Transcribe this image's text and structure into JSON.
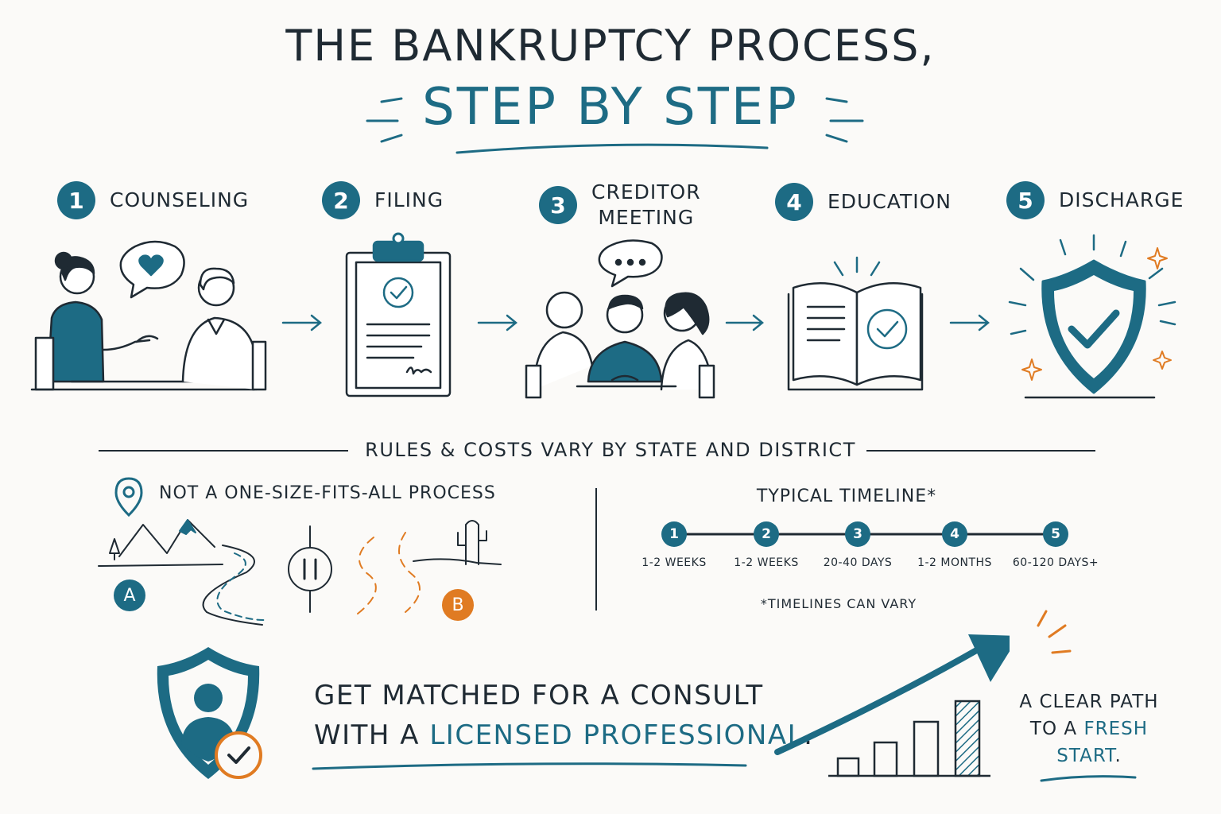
{
  "title": {
    "line1": "THE BANKRUPTCY PROCESS,",
    "line2": "STEP BY STEP"
  },
  "steps": [
    {
      "number": "1",
      "label": "COUNSELING"
    },
    {
      "number": "2",
      "label": "FILING"
    },
    {
      "number": "3",
      "label_line1": "CREDITOR",
      "label_line2": "MEETING"
    },
    {
      "number": "4",
      "label": "EDUCATION"
    },
    {
      "number": "5",
      "label": "DISCHARGE"
    }
  ],
  "rules_note": "RULES & COSTS VARY BY STATE AND DISTRICT",
  "variation": {
    "caption": "NOT A ONE-SIZE-FITS-ALL PROCESS",
    "badge_a": "A",
    "badge_b": "B"
  },
  "timeline": {
    "title": "TYPICAL TIMELINE*",
    "points": [
      {
        "number": "1",
        "duration": "1-2 WEEKS"
      },
      {
        "number": "2",
        "duration": "1-2 WEEKS"
      },
      {
        "number": "3",
        "duration": "20-40 DAYS"
      },
      {
        "number": "4",
        "duration": "1-2 MONTHS"
      },
      {
        "number": "5",
        "duration": "60-120 DAYS+"
      }
    ],
    "footnote": "*TIMELINES CAN VARY"
  },
  "cta": {
    "line1": "GET MATCHED FOR A CONSULT",
    "line2_prefix": "WITH A ",
    "line2_highlight": "LICENSED PROFESSIONAL",
    "line2_suffix": "."
  },
  "fresh_start": {
    "line1": "A CLEAR PATH",
    "line2_prefix": "TO A ",
    "line2_highlight": "FRESH",
    "line3_highlight": "START",
    "line3_suffix": "."
  },
  "colors": {
    "teal": "#1d6b84",
    "ink": "#1f2a33",
    "orange": "#e07b22",
    "background": "#fbfaf8"
  }
}
